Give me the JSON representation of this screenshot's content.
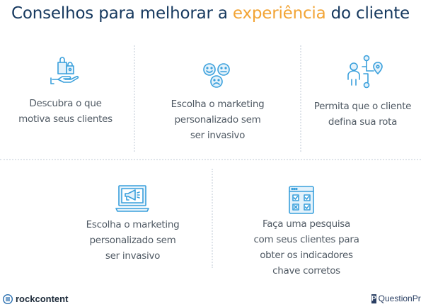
{
  "title": {
    "prefix": "Conselhos para melhorar a",
    "highlight": "experiência",
    "suffix": "do cliente",
    "highlight_color": "#f2a435",
    "text_color": "#15385e"
  },
  "cards": [
    {
      "icon": "shopping-bag-hand-icon",
      "lines": [
        "Descubra o que",
        "motiva seus clientes"
      ]
    },
    {
      "icon": "faces-emotion-icon",
      "lines": [
        "Escolha o marketing",
        "personalizado sem",
        "ser invasivo"
      ]
    },
    {
      "icon": "person-route-icon",
      "lines": [
        "Permita que o cliente",
        "defina sua rota"
      ]
    },
    {
      "icon": "laptop-megaphone-icon",
      "lines": [
        "Escolha o marketing",
        "personalizado sem",
        "ser invasivo"
      ]
    },
    {
      "icon": "survey-checklist-icon",
      "lines": [
        "Faça uma pesquisa",
        "com seus clientes para",
        "obter os indicadores",
        "chave corretos"
      ]
    }
  ],
  "footer": {
    "left_brand": "rockcontent",
    "right_brand": "QuestionPro",
    "right_logo_letter": "P"
  },
  "icon_color": "#3aa0dc"
}
